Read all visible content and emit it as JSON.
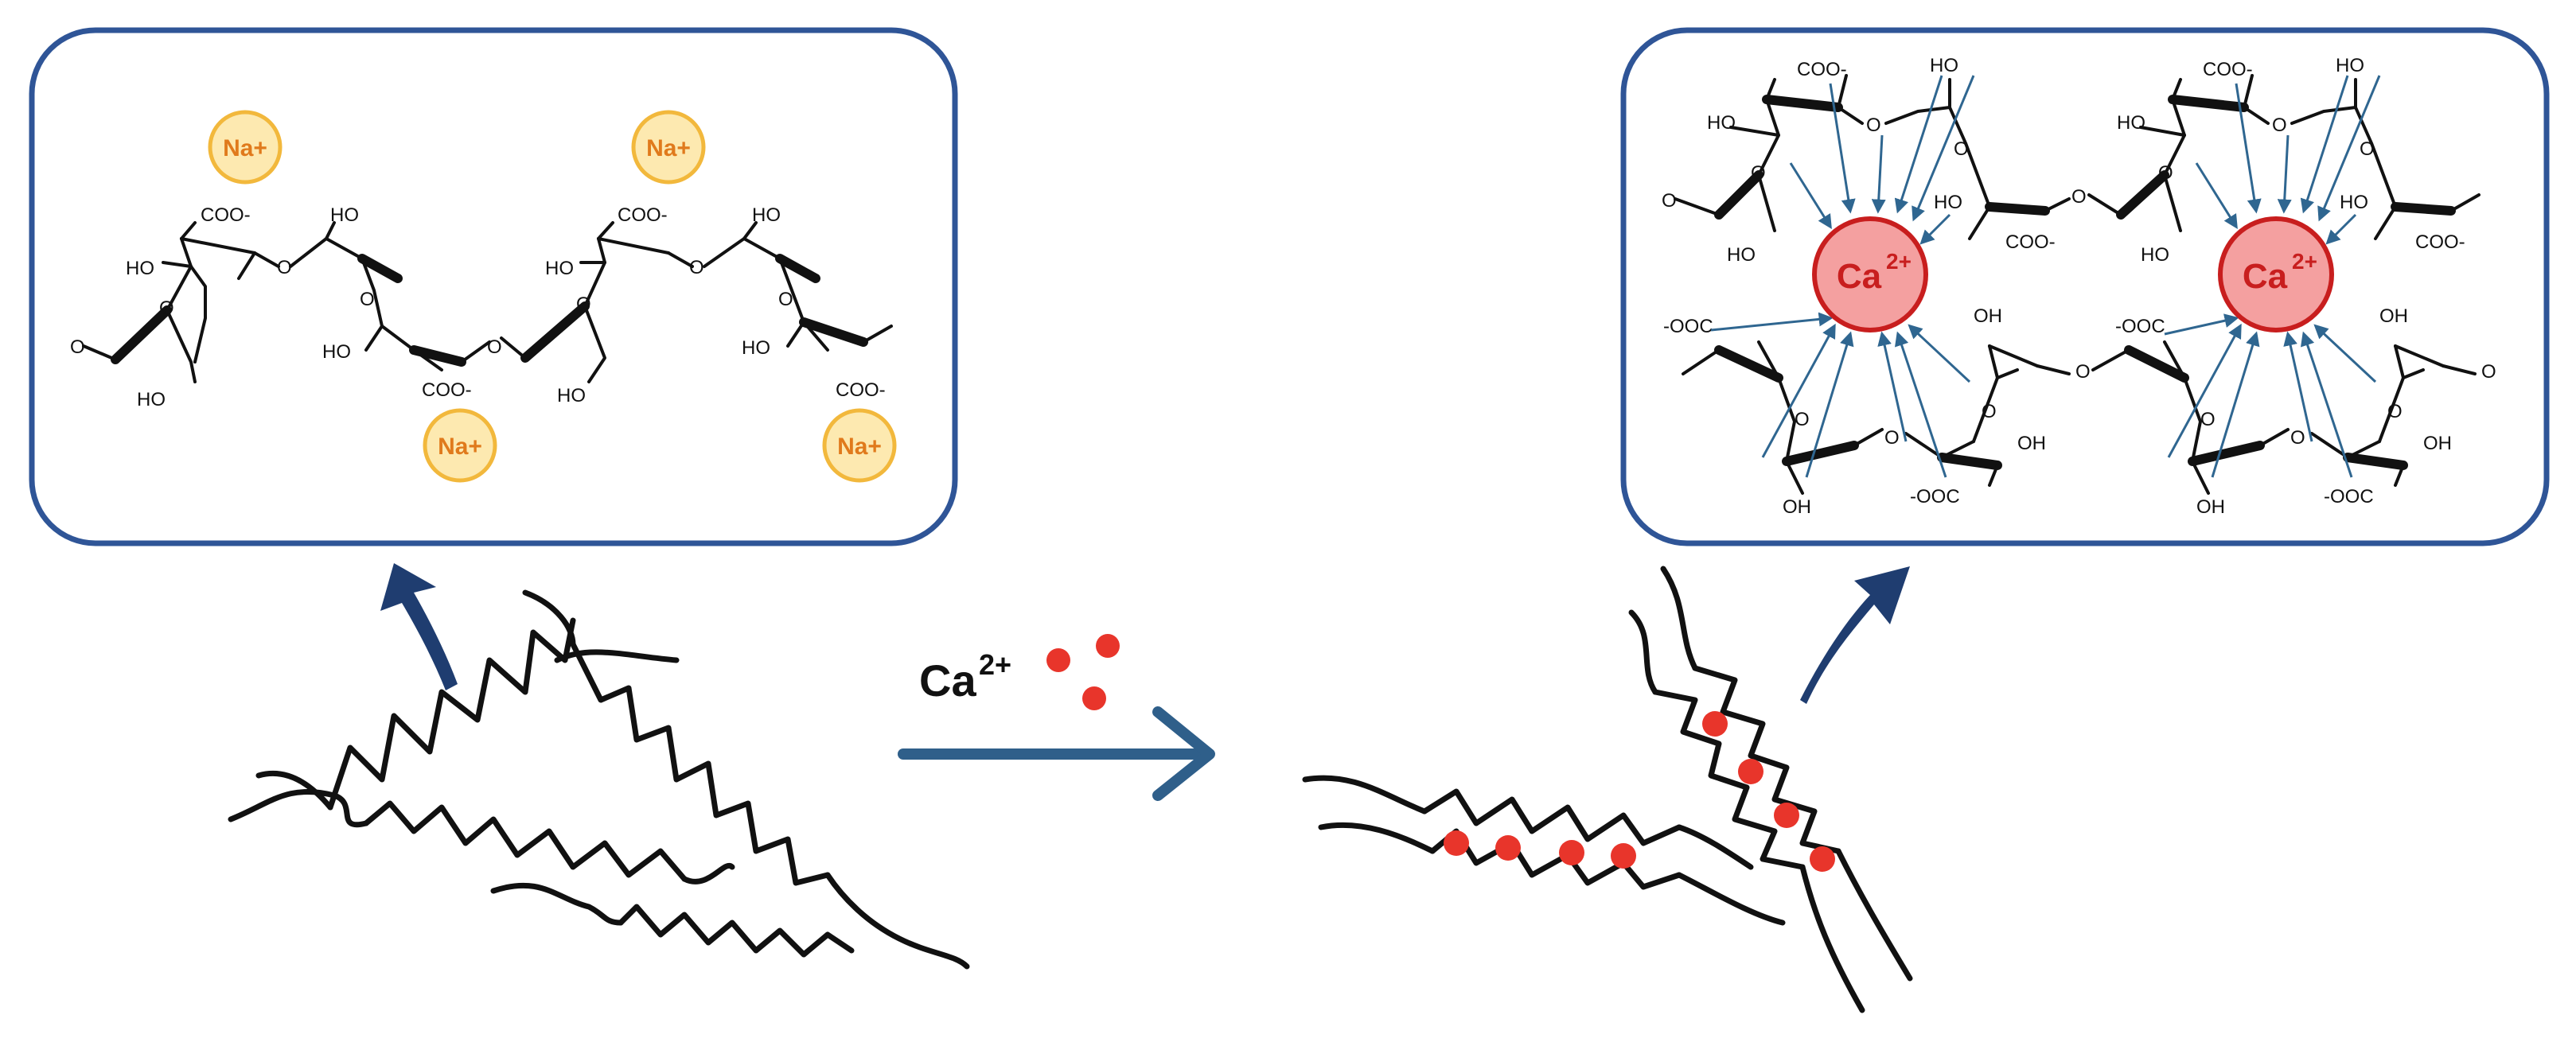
{
  "left_panel": {
    "sodium_ions": [
      "Na+",
      "Na+",
      "Na+",
      "Na+"
    ],
    "carboxylate_labels": [
      "COO-",
      "COO-",
      "COO-",
      "COO-"
    ],
    "hydroxyl_labels": [
      "HO",
      "HO",
      "HO",
      "HO",
      "HO",
      "HO",
      "HO",
      "HO"
    ],
    "ring_oxygen": "O"
  },
  "reaction": {
    "reagent": "Ca",
    "charge": "2+"
  },
  "right_panel": {
    "calcium_ions": [
      "Ca",
      "Ca"
    ],
    "charge": "2+",
    "carboxylate_top": "COO-",
    "carboxylate_bottom": "-OOC",
    "hydroxyl_top": "HO",
    "hydroxyl_bottom": "OH",
    "ring_oxygen": "O"
  },
  "colors": {
    "panel_border": "#2f5597",
    "arrow": "#2f5f8a",
    "curved_arrow": "#1f3d70",
    "sodium_fill": "#fde9b0",
    "sodium_stroke": "#f2b83c",
    "calcium_fill": "#f08a8a",
    "calcium_stroke": "#c81e1e",
    "calcium_dot": "#e8352b"
  }
}
